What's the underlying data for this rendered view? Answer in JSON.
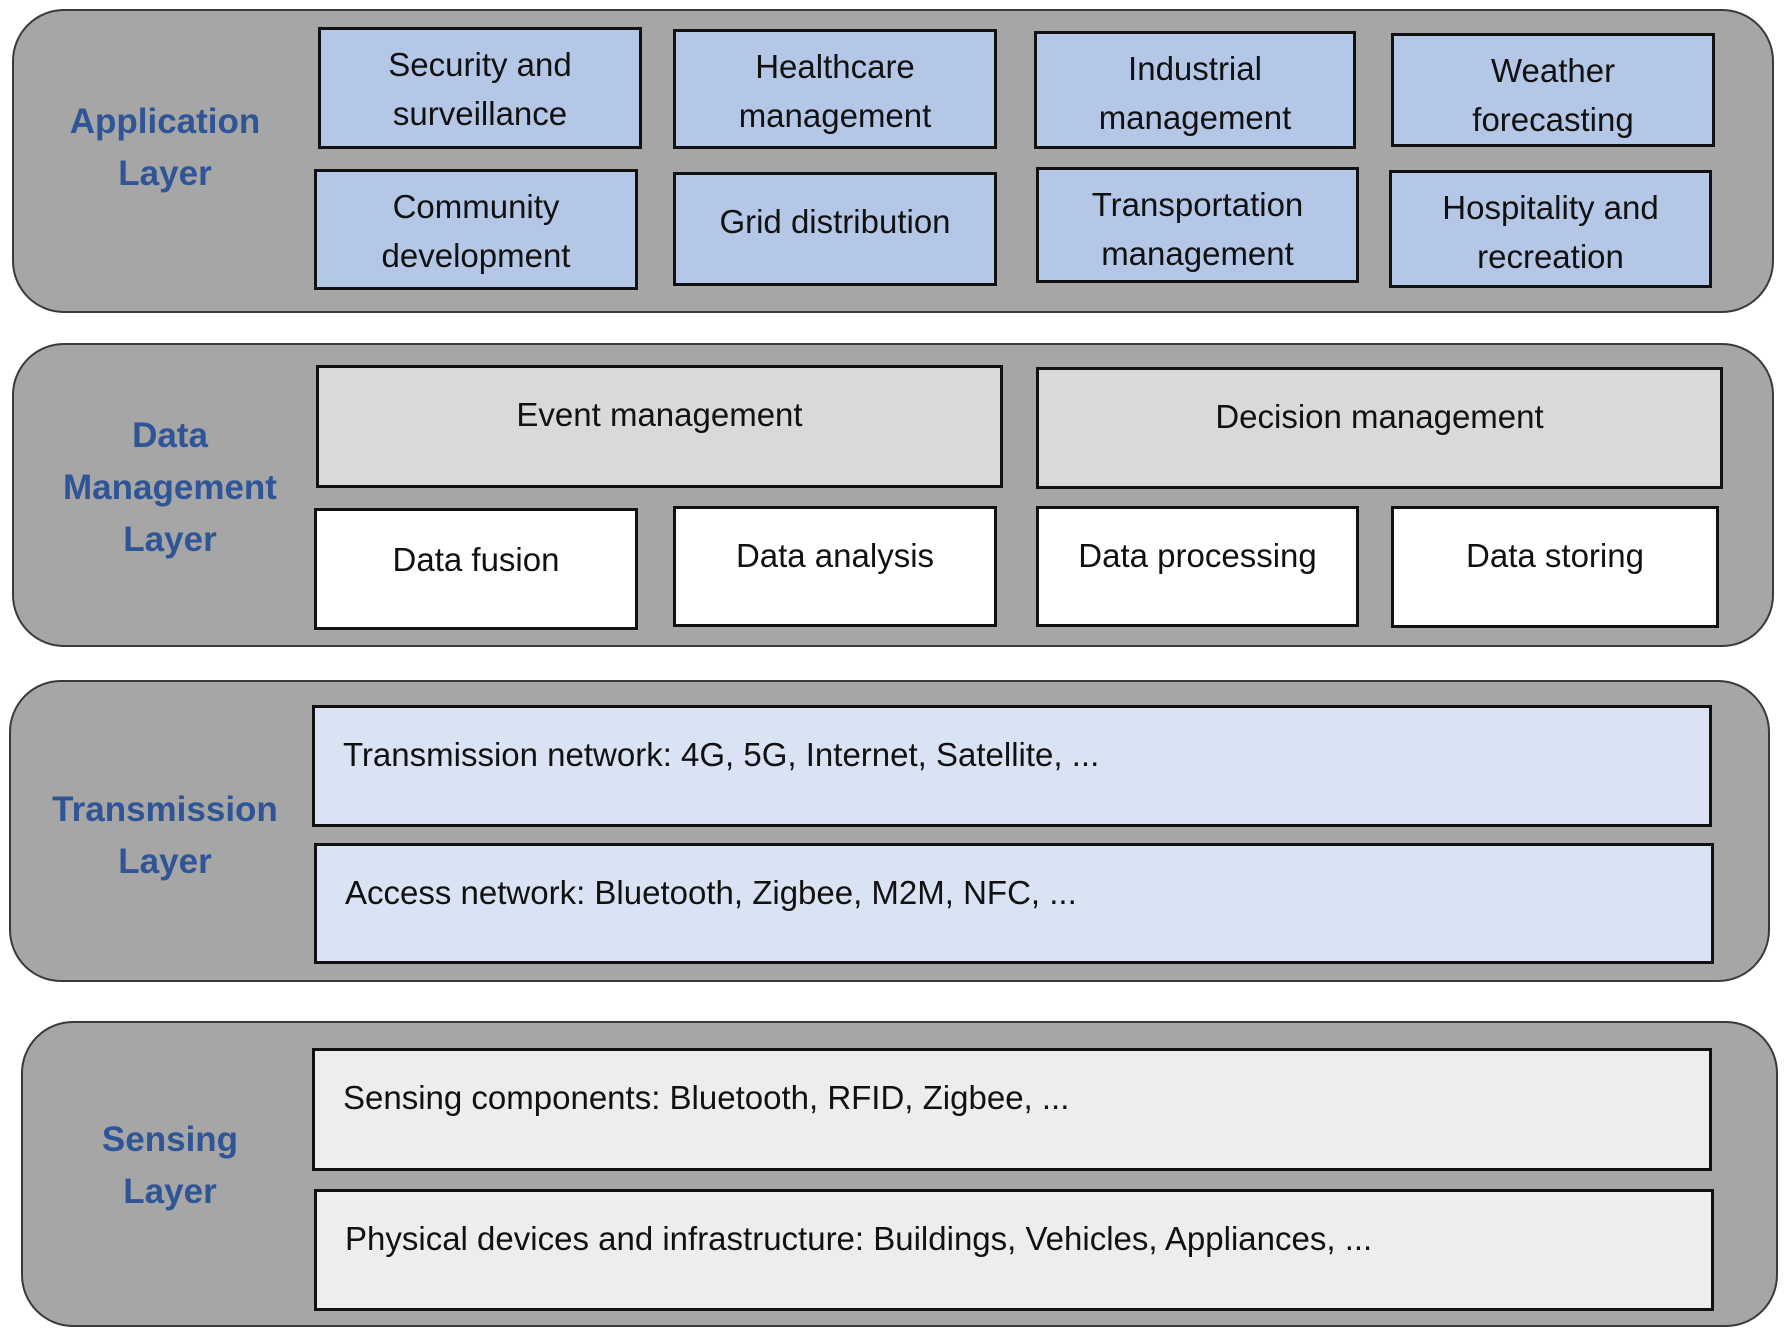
{
  "layers": {
    "application": {
      "label": "Application\nLayer",
      "items": [
        "Security and\nsurveillance",
        "Healthcare\nmanagement",
        "Industrial\nmanagement",
        "Weather\nforecasting",
        "Community\ndevelopment",
        "Grid distribution",
        "Transportation\nmanagement",
        "Hospitality and\nrecreation"
      ]
    },
    "data_management": {
      "label": "Data\nManagement\nLayer",
      "top": [
        "Event management",
        "Decision management"
      ],
      "bottom": [
        "Data fusion",
        "Data analysis",
        "Data processing",
        "Data storing"
      ]
    },
    "transmission": {
      "label": "Transmission\nLayer",
      "items": [
        "Transmission network: 4G, 5G, Internet, Satellite, ...",
        "Access network: Bluetooth, Zigbee, M2M, NFC, ..."
      ]
    },
    "sensing": {
      "label": "Sensing\nLayer",
      "items": [
        "Sensing components: Bluetooth, RFID, Zigbee, ...",
        "Physical devices and infrastructure: Buildings, Vehicles, Appliances, ..."
      ]
    }
  },
  "colors": {
    "layer_background": "#a6a6a6",
    "label_text": "#2f5597",
    "application_box": "#b4c7e7",
    "management_box": "#d9d9d9",
    "processing_box": "#ffffff",
    "transmission_box": "#dae3f3",
    "sensing_box": "#ededed"
  }
}
